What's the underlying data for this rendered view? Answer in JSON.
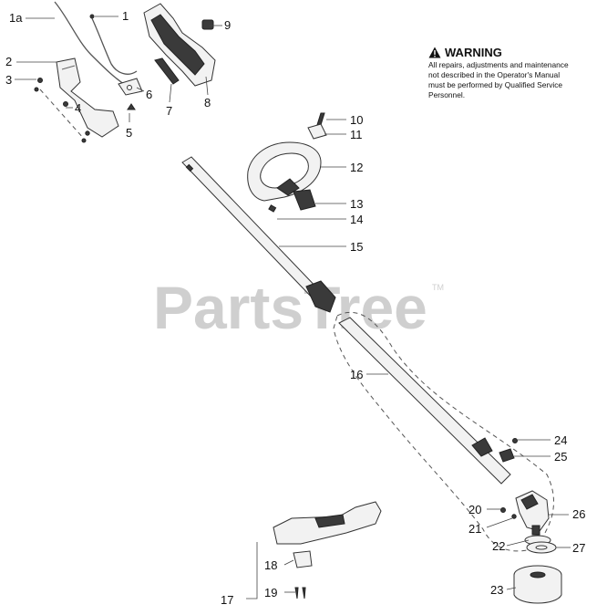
{
  "warning": {
    "title": "WARNING",
    "text": "All repairs, adjustments and maintenance not described in the Operator's Manual must be performed by Qualified Service Personnel."
  },
  "watermark": {
    "text": "PartsTree",
    "trademark": "TM"
  },
  "callouts": {
    "c1a": "1a",
    "c1": "1",
    "c2": "2",
    "c3": "3",
    "c4": "4",
    "c5": "5",
    "c6": "6",
    "c7": "7",
    "c8": "8",
    "c9": "9",
    "c10": "10",
    "c11": "11",
    "c12": "12",
    "c13": "13",
    "c14": "14",
    "c15": "15",
    "c16": "16",
    "c17": "17",
    "c18": "18",
    "c19": "19",
    "c20": "20",
    "c21": "21",
    "c22": "22",
    "c23": "23",
    "c24": "24",
    "c25": "25",
    "c26": "26",
    "c27": "27"
  }
}
